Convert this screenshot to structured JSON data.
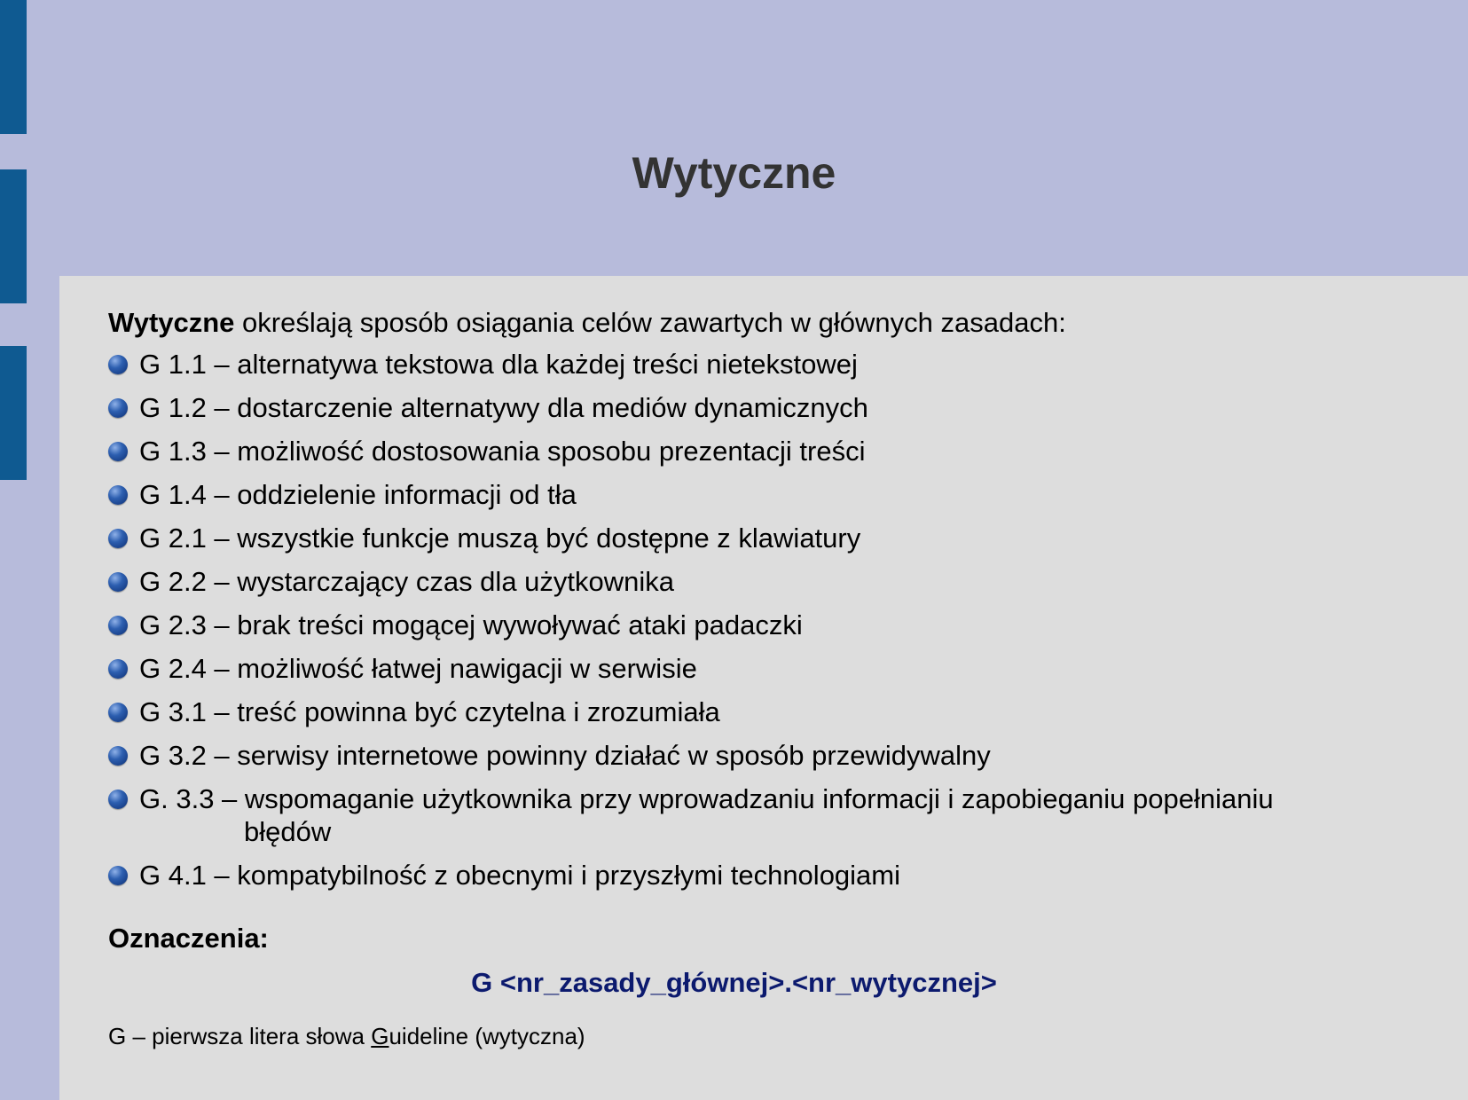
{
  "slide": {
    "title": "Wytyczne",
    "intro": {
      "bold": "Wytyczne",
      "rest": " określają sposób osiągania celów zawartych w głównych zasadach:"
    },
    "guidelines": [
      "G 1.1 – alternatywa tekstowa dla każdej treści nietekstowej",
      "G 1.2 – dostarczenie alternatywy dla mediów dynamicznych",
      "G 1.3 – możliwość dostosowania sposobu prezentacji treści",
      "G 1.4 – oddzielenie informacji od tła",
      "G 2.1 – wszystkie funkcje muszą być dostępne z klawiatury",
      "G 2.2 – wystarczający czas dla użytkownika",
      "G 2.3 – brak treści mogącej wywoływać ataki padaczki",
      "G 2.4 – możliwość łatwej nawigacji w serwisie",
      "G 3.1 – treść powinna być czytelna i zrozumiała",
      "G 3.2 – serwisy internetowe powinny działać w sposób przewidywalny",
      "G. 3.3 – wspomaganie użytkownika przy wprowadzaniu informacji i zapobieganiu popełnianiu",
      "G 4.1 – kompatybilność z obecnymi i przyszłymi technologiami"
    ],
    "guideline_11_continuation": "błędów",
    "oznaczenia_label": "Oznaczenia:",
    "formula": "G <nr_zasady_głównej>.<nr_wytycznej>",
    "footnote": {
      "before": "G – pierwsza litera słowa ",
      "underlined": "G",
      "after": "uideline (wytyczna)"
    }
  },
  "colors": {
    "background": "#b7bbdb",
    "panel": "#dddddd",
    "side_bars": "#0f5a91",
    "title": "#333333",
    "formula": "#0c1a6e"
  }
}
